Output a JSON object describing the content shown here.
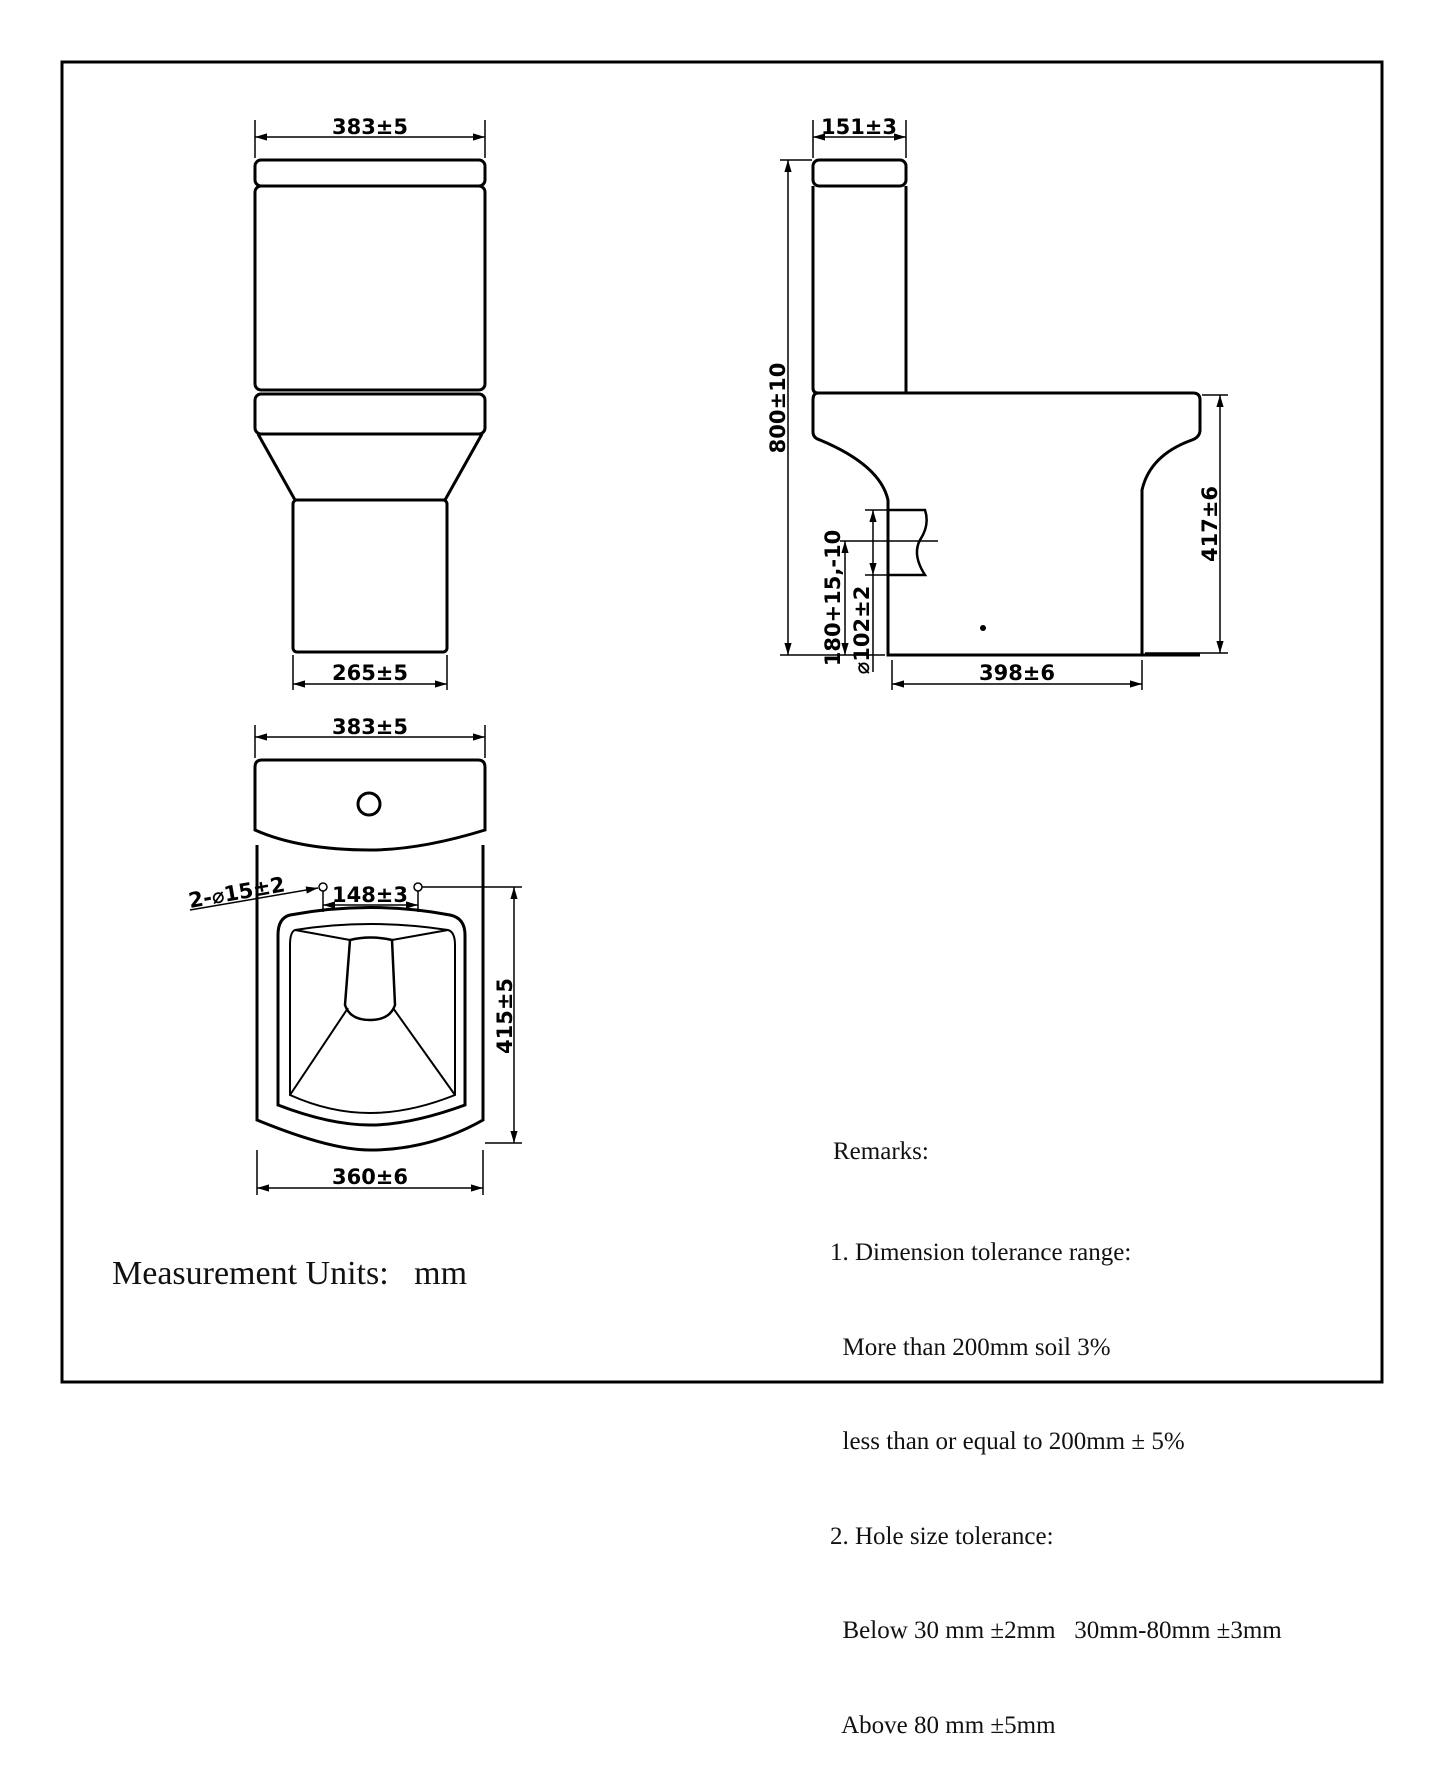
{
  "dimensions": {
    "front_top_width": "383±5",
    "front_base_width": "265±5",
    "side_tank_depth": "151±3",
    "side_total_height": "800±10",
    "side_seat_height": "417±6",
    "side_outlet_height": "180+15,-10",
    "side_outlet_diameter": "⌀102±2",
    "side_base_depth": "398±6",
    "top_width": "383±5",
    "top_holes": "2-⌀15±2",
    "top_hole_spacing": "148±3",
    "top_length": "415±5",
    "top_bowl_width": "360±6"
  },
  "units": {
    "label": "Measurement Units:",
    "value": "mm"
  },
  "remarks": {
    "title": "Remarks:",
    "lines": [
      "1. Dimension tolerance range:",
      "  More than 200mm soil 3%",
      "  less than or equal to 200mm ± 5%",
      "2. Hole size tolerance:",
      "  Below 30 mm ±2mm   30mm-80mm ±3mm",
      "  Above 80 mm ±5mm"
    ]
  }
}
